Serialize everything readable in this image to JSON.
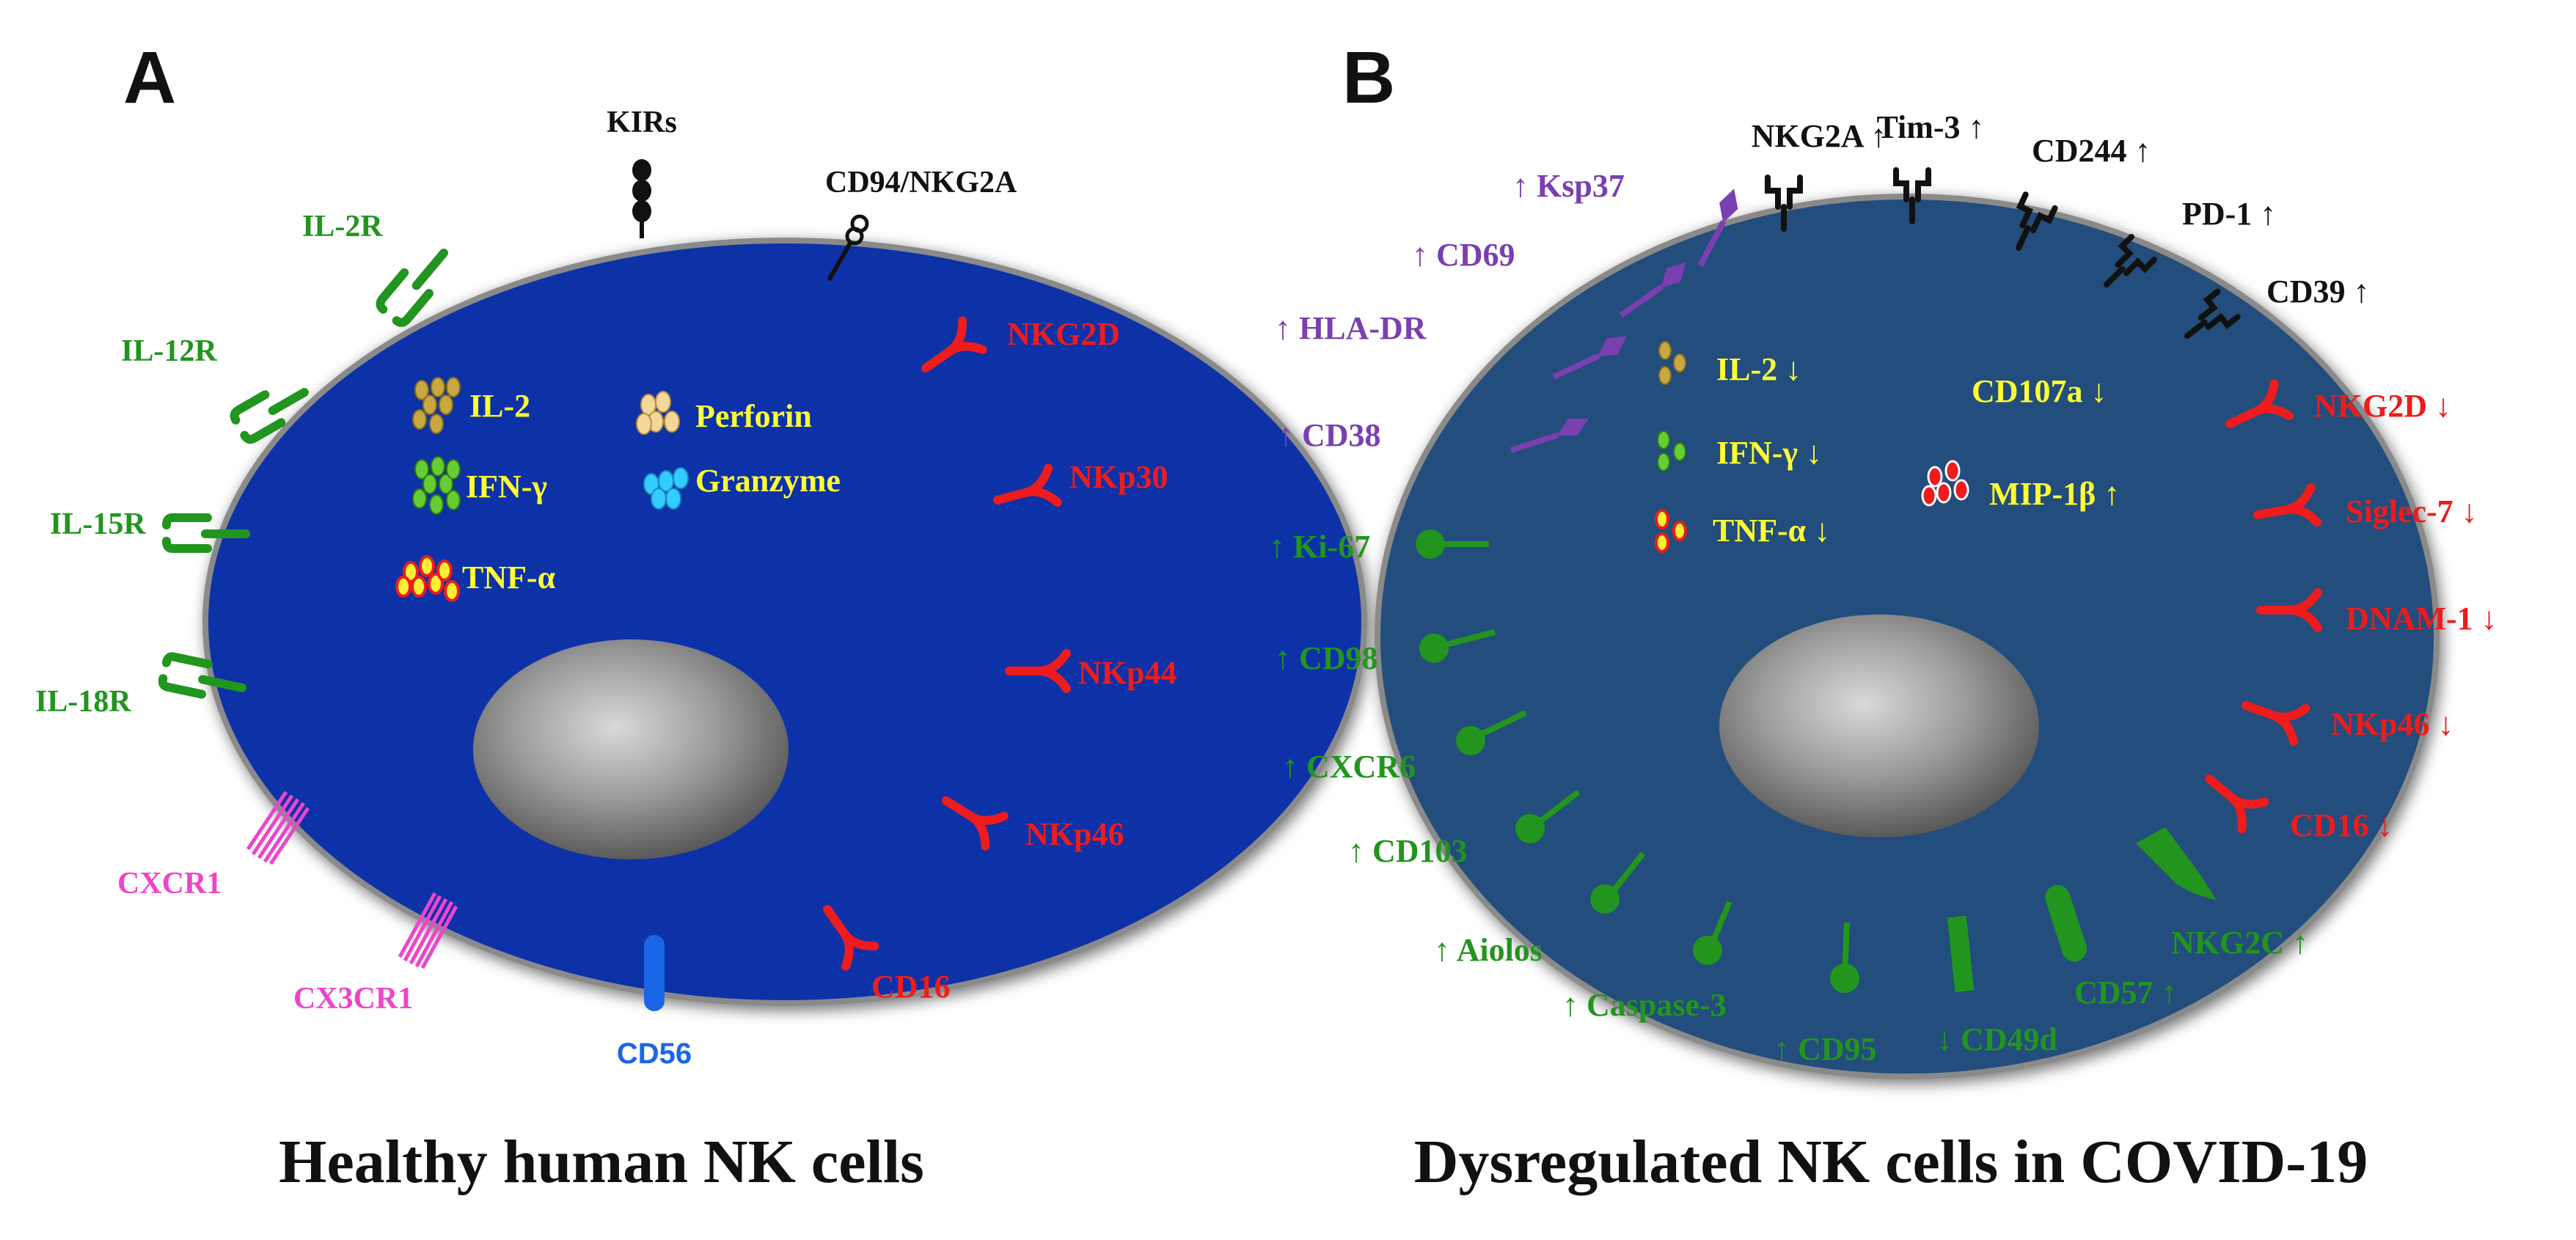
{
  "colors": {
    "black": "#111111",
    "green": "#22951e",
    "red": "#ee1c1c",
    "magenta": "#ee44cc",
    "blue_label": "#1a66e6",
    "purple": "#7a3fb0",
    "yellow": "#ffff33",
    "cell_a": "#0a32a8",
    "cell_b": "#234e7c",
    "cyan": "#33ccff",
    "olive": "#c8a840",
    "light_green": "#66cc33"
  },
  "panel_a": {
    "letter": "A",
    "caption": "Healthy human NK cells",
    "receptors": [
      {
        "id": "kirs",
        "label": "KIRs",
        "color": "black",
        "shape": "kir-stack-icon"
      },
      {
        "id": "cd94-nkg2a",
        "label": "CD94/NKG2A",
        "color": "black",
        "shape": "lollipop-ring-icon"
      },
      {
        "id": "il-2r",
        "label": "IL-2R",
        "color": "green",
        "shape": "cytokine-receptor-icon"
      },
      {
        "id": "il-12r",
        "label": "IL-12R",
        "color": "green",
        "shape": "cytokine-receptor-icon"
      },
      {
        "id": "il-15r",
        "label": "IL-15R",
        "color": "green",
        "shape": "cytokine-receptor-icon"
      },
      {
        "id": "il-18r",
        "label": "IL-18R",
        "color": "green",
        "shape": "cytokine-receptor-icon"
      },
      {
        "id": "cxcr1",
        "label": "CXCR1",
        "color": "magenta",
        "shape": "seven-helix-icon"
      },
      {
        "id": "cx3cr1",
        "label": "CX3CR1",
        "color": "magenta",
        "shape": "seven-helix-icon"
      },
      {
        "id": "cd56",
        "label": "CD56",
        "color": "blue_label",
        "shape": "rod-icon"
      },
      {
        "id": "cd16",
        "label": "CD16",
        "color": "red",
        "shape": "y-receptor-icon"
      },
      {
        "id": "nkp46",
        "label": "NKp46",
        "color": "red",
        "shape": "y-receptor-icon"
      },
      {
        "id": "nkp44",
        "label": "NKp44",
        "color": "red",
        "shape": "y-receptor-icon"
      },
      {
        "id": "nkp30",
        "label": "NKp30",
        "color": "red",
        "shape": "y-receptor-icon"
      },
      {
        "id": "nkg2d",
        "label": "NKG2D",
        "color": "red",
        "shape": "y-receptor-icon"
      }
    ],
    "contents": [
      {
        "id": "il-2",
        "label": "IL-2",
        "granule_color": "olive"
      },
      {
        "id": "ifn-g",
        "label": "IFN-γ",
        "granule_color": "light_green"
      },
      {
        "id": "tnf-a",
        "label": "TNF-α",
        "granule_color": "yellow"
      },
      {
        "id": "perforin",
        "label": "Perforin",
        "granule_color": "olive"
      },
      {
        "id": "granzyme",
        "label": "Granzyme",
        "granule_color": "cyan"
      }
    ]
  },
  "panel_b": {
    "letter": "B",
    "caption": "Dysregulated NK cells in COVID-19",
    "receptors": [
      {
        "id": "nkg2a",
        "label": "NKG2A ↑",
        "color": "black",
        "shape": "checkpoint-receptor-icon"
      },
      {
        "id": "tim-3",
        "label": "Tim-3 ↑",
        "color": "black",
        "shape": "checkpoint-receptor-icon"
      },
      {
        "id": "cd244",
        "label": "CD244 ↑",
        "color": "black",
        "shape": "checkpoint-receptor-icon"
      },
      {
        "id": "pd-1",
        "label": "PD-1 ↑",
        "color": "black",
        "shape": "checkpoint-receptor-icon"
      },
      {
        "id": "cd39",
        "label": "CD39 ↑",
        "color": "black",
        "shape": "checkpoint-receptor-icon"
      },
      {
        "id": "ksp37",
        "label": "↑ Ksp37",
        "color": "purple",
        "shape": "diamond-stalk-icon"
      },
      {
        "id": "cd69",
        "label": "↑ CD69",
        "color": "purple",
        "shape": "diamond-stalk-icon"
      },
      {
        "id": "hla-dr",
        "label": "↑ HLA-DR",
        "color": "purple",
        "shape": "diamond-stalk-icon"
      },
      {
        "id": "cd38",
        "label": "↑ CD38",
        "color": "purple",
        "shape": "diamond-stalk-icon"
      },
      {
        "id": "ki-67",
        "label": "↑ Ki-67",
        "color": "green",
        "shape": "ball-stalk-icon"
      },
      {
        "id": "cd98",
        "label": "↑ CD98",
        "color": "green",
        "shape": "ball-stalk-icon"
      },
      {
        "id": "cxcr6",
        "label": "↑ CXCR6",
        "color": "green",
        "shape": "ball-stalk-icon"
      },
      {
        "id": "cd103",
        "label": "↑ CD103",
        "color": "green",
        "shape": "ball-stalk-icon"
      },
      {
        "id": "aiolos",
        "label": "↑ Aiolos",
        "color": "green",
        "shape": "ball-stalk-icon"
      },
      {
        "id": "caspase-3",
        "label": "↑ Caspase-3",
        "color": "green",
        "shape": "ball-stalk-icon"
      },
      {
        "id": "cd95",
        "label": "↑ CD95",
        "color": "green",
        "shape": "ball-stalk-icon"
      },
      {
        "id": "cd49d",
        "label": "↓ CD49d",
        "color": "green",
        "shape": "bar-icon"
      },
      {
        "id": "cd57",
        "label": "CD57 ↑",
        "color": "green",
        "shape": "capsule-icon"
      },
      {
        "id": "nkg2c",
        "label": "NKG2C ↑",
        "color": "green",
        "shape": "hook-icon"
      },
      {
        "id": "cd16",
        "label": "CD16 ↓",
        "color": "red",
        "shape": "y-receptor-icon"
      },
      {
        "id": "nkp46",
        "label": "NKp46 ↓",
        "color": "red",
        "shape": "y-receptor-icon"
      },
      {
        "id": "dnam-1",
        "label": "DNAM-1 ↓",
        "color": "red",
        "shape": "y-receptor-icon"
      },
      {
        "id": "siglec-7",
        "label": "Siglec-7 ↓",
        "color": "red",
        "shape": "y-receptor-icon"
      },
      {
        "id": "nkg2d",
        "label": "NKG2D ↓",
        "color": "red",
        "shape": "y-receptor-icon"
      }
    ],
    "contents": [
      {
        "id": "il-2",
        "label": "IL-2 ↓",
        "granule_color": "olive"
      },
      {
        "id": "ifn-g",
        "label": "IFN-γ ↓",
        "granule_color": "light_green"
      },
      {
        "id": "tnf-a",
        "label": "TNF-α ↓",
        "granule_color": "yellow"
      },
      {
        "id": "cd107a",
        "label": "CD107a ↓",
        "granule_color": ""
      },
      {
        "id": "mip-1b",
        "label": "MIP-1β ↑",
        "granule_color": "red"
      }
    ]
  }
}
